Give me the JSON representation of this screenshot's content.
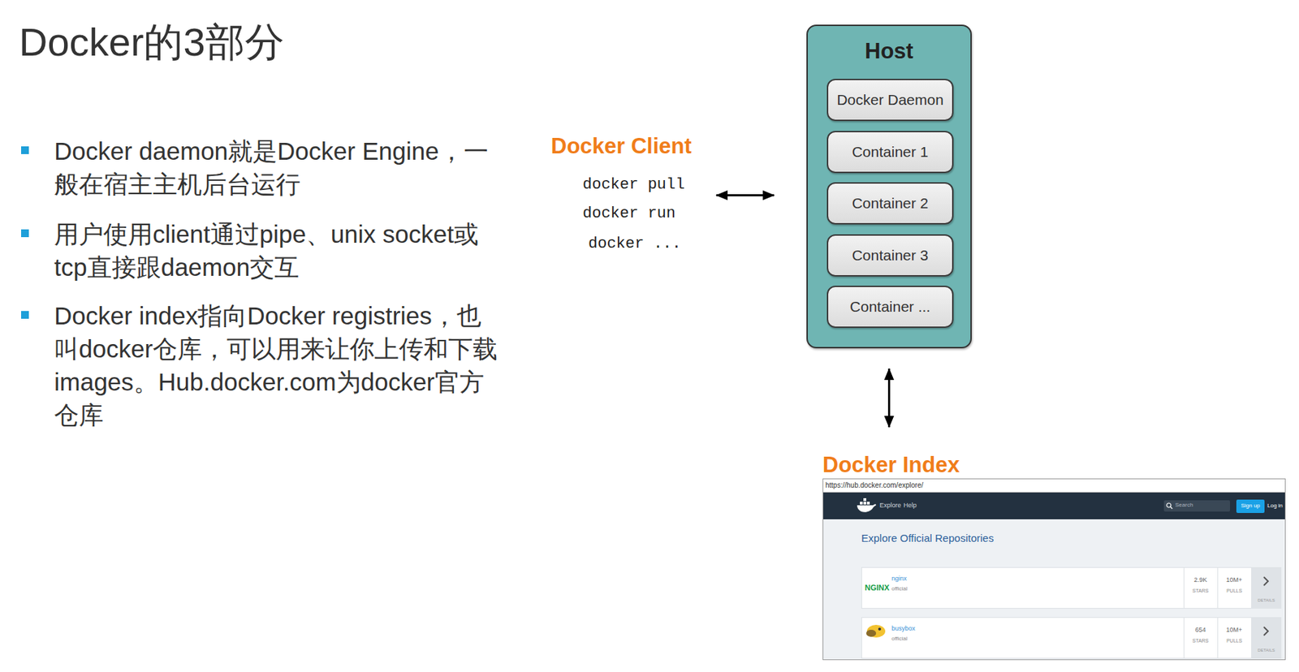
{
  "diagram": {
    "title": "Docker的3部分",
    "nodes": [
      {
        "text": [
          "Docker Client",
          "docker pull",
          "docker run",
          "docker ..."
        ]
      },
      {
        "text": [
          "Host"
        ]
      },
      {
        "text": [
          "Docker Daemon"
        ],
        "in": 1
      },
      {
        "text": [
          "Container 1"
        ],
        "in": 1
      },
      {
        "text": [
          "Container 2"
        ],
        "in": 1
      },
      {
        "text": [
          "Container 3"
        ],
        "in": 1
      },
      {
        "text": [
          "Container ..."
        ],
        "in": 1
      },
      {
        "text": [
          "Docker Index"
        ]
      }
    ],
    "edges": [
      {
        "from": 0,
        "to": 1,
        "arrow": "both"
      },
      {
        "from": 1,
        "to": 7,
        "arrow": "both"
      }
    ],
    "labels": [
      "Docker daemon就是Docker Engine，一般在宿主主机后台运行",
      "用户使用client通过pipe、unix socket或tcp直接跟daemon交互",
      "Docker index指向Docker registries，也叫docker仓库，可以用来让你上传和下载images。Hub.docker.com为docker官方仓库",
      "https://hub.docker.com/explore/",
      "Explore",
      "Help",
      "Search",
      "Sign up",
      "Log in",
      "Explore Official Repositories",
      "NGINX",
      "nginx",
      "official",
      "2.9K",
      "STARS",
      "10M+",
      "PULLS",
      "DETAILS",
      "busybox",
      "official",
      "654",
      "STARS",
      "10M+",
      "PULLS",
      "DETAILS"
    ]
  }
}
